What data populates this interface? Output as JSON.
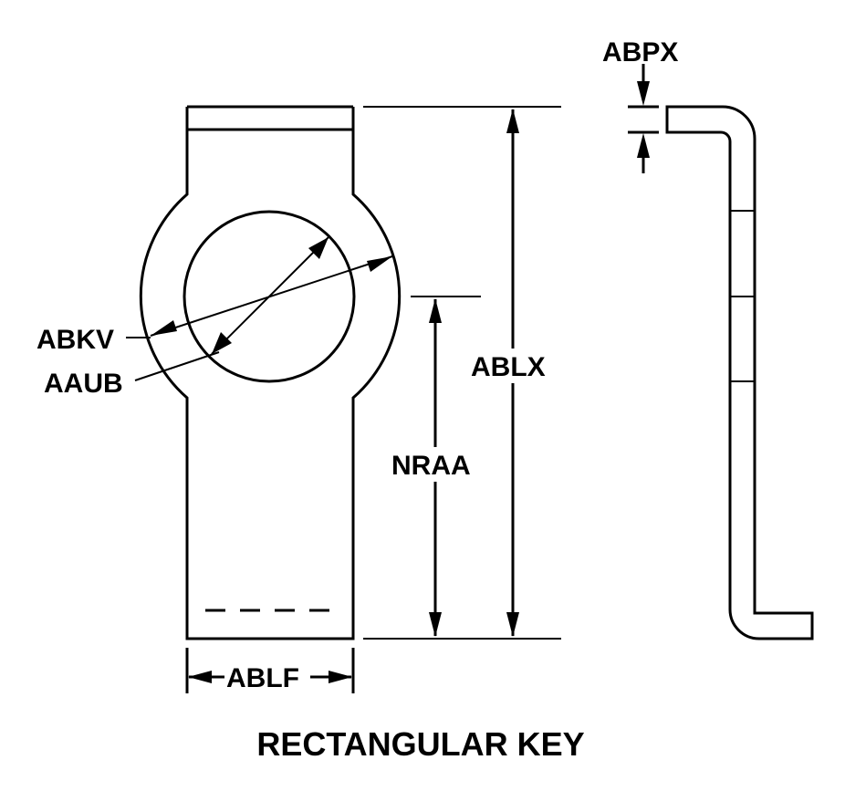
{
  "diagram": {
    "title": "RECTANGULAR KEY",
    "labels": {
      "abpx": "ABPX",
      "abkv": "ABKV",
      "aaub": "AAUB",
      "ablx": "ABLX",
      "nraa": "NRAA",
      "ablf": "ABLF"
    },
    "colors": {
      "line": "#000000",
      "background": "#ffffff"
    }
  }
}
